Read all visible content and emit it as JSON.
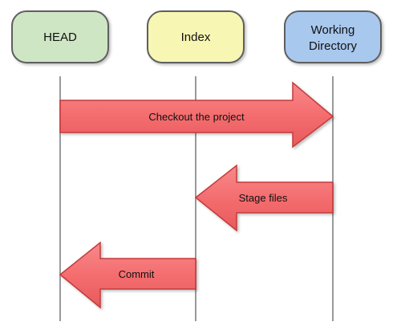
{
  "nodes": [
    {
      "id": "head",
      "label_lines": [
        "HEAD"
      ],
      "fill": "#cfe6c4",
      "stroke": "#5f5f5f"
    },
    {
      "id": "index",
      "label_lines": [
        "Index"
      ],
      "fill": "#f7f6b3",
      "stroke": "#5f5f5f"
    },
    {
      "id": "working-directory",
      "label_lines": [
        "Working",
        "Directory"
      ],
      "fill": "#a8c8ee",
      "stroke": "#5f5f5f"
    }
  ],
  "arrows": [
    {
      "id": "checkout",
      "label": "Checkout the project",
      "from": "head",
      "to": "working-directory",
      "fill": "#f46d6f",
      "stroke": "#c33a3a"
    },
    {
      "id": "stage",
      "label": "Stage files",
      "from": "working-directory",
      "to": "index",
      "fill": "#f46d6f",
      "stroke": "#c33a3a"
    },
    {
      "id": "commit",
      "label": "Commit",
      "from": "index",
      "to": "head",
      "fill": "#f46d6f",
      "stroke": "#c33a3a"
    }
  ],
  "lifeline_color": "#9a9a9a"
}
